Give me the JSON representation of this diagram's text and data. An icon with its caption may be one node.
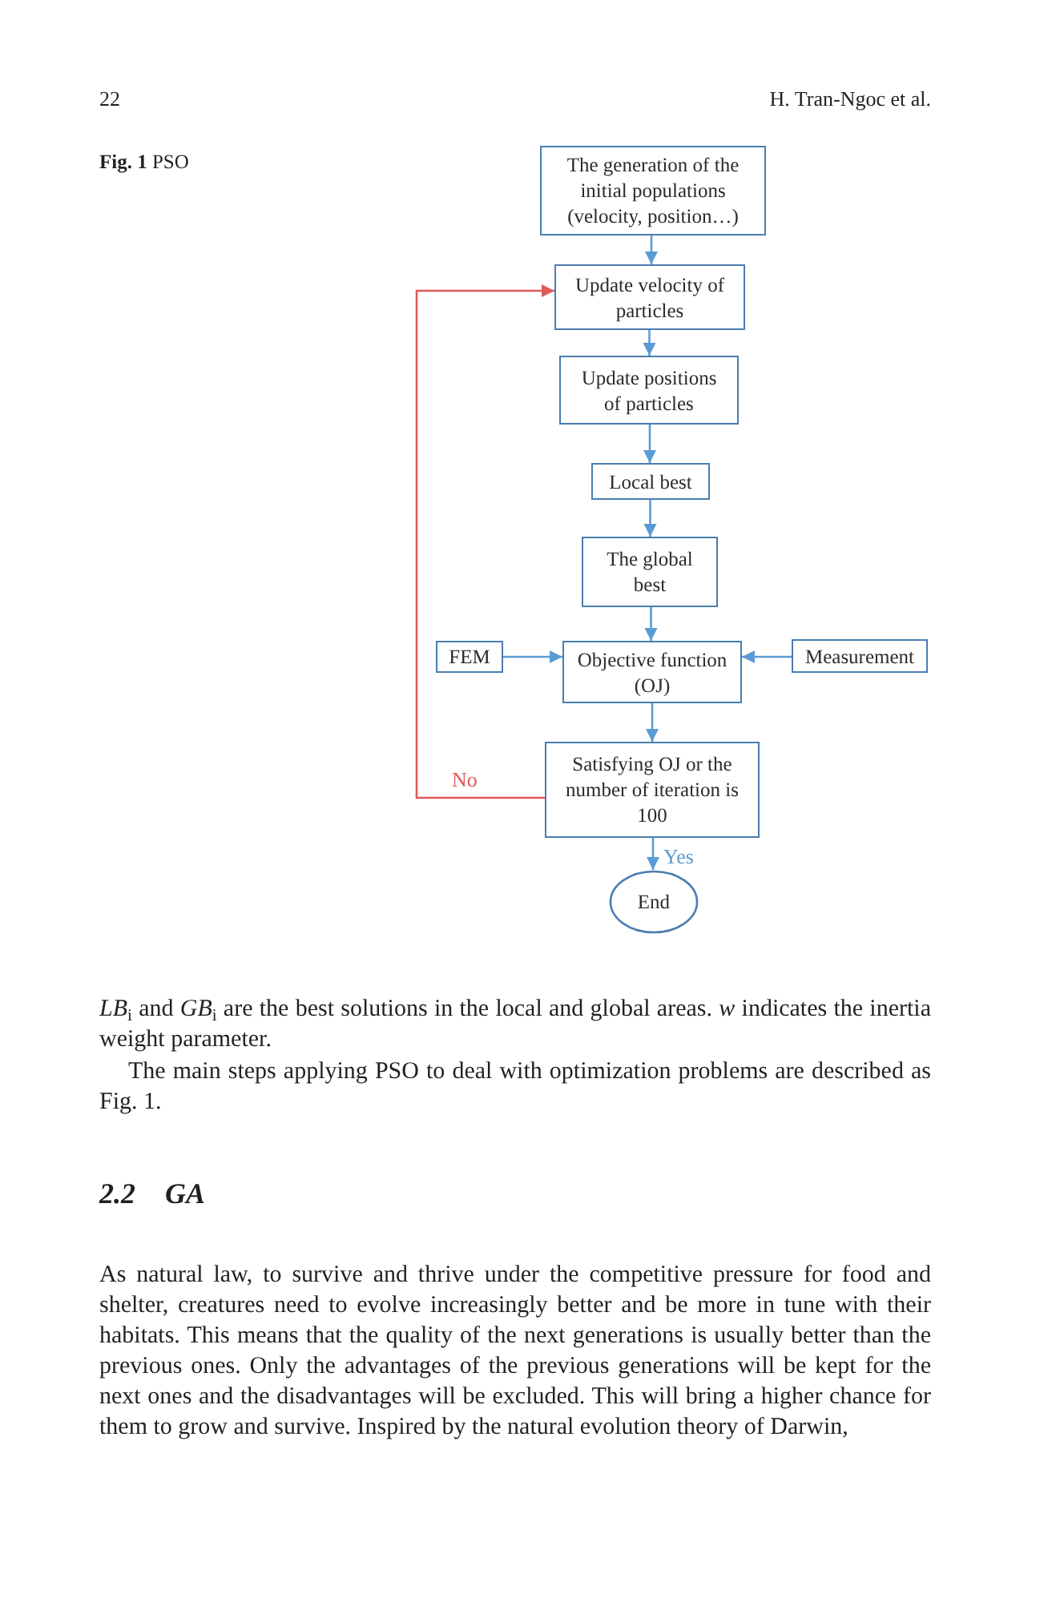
{
  "diagram": {
    "caption": "**Fig. 1** PSO",
    "nodes": [
      {
        "text": [
          "The generation of the initial populations (velocity, position…)"
        ]
      },
      {
        "text": [
          "Update velocity of particles"
        ]
      },
      {
        "text": [
          "Update positions of particles"
        ]
      },
      {
        "text": [
          "Local best"
        ]
      },
      {
        "text": [
          "The global best"
        ]
      },
      {
        "text": [
          "FEM"
        ]
      },
      {
        "text": [
          "Objective function (OJ)"
        ]
      },
      {
        "text": [
          "Measurement"
        ]
      },
      {
        "text": [
          "Satisfying OJ or the number of iteration is 100"
        ]
      },
      {
        "text": [
          "End"
        ]
      }
    ],
    "edges": [
      {
        "from": 0,
        "to": 1,
        "arrow": "to"
      },
      {
        "from": 1,
        "to": 2,
        "arrow": "to"
      },
      {
        "from": 2,
        "to": 3,
        "arrow": "to"
      },
      {
        "from": 3,
        "to": 4,
        "arrow": "to"
      },
      {
        "from": 4,
        "to": 6,
        "arrow": "to"
      },
      {
        "from": 5,
        "to": 6,
        "arrow": "to"
      },
      {
        "from": 7,
        "to": 6,
        "arrow": "to"
      },
      {
        "from": 6,
        "to": 8,
        "arrow": "to"
      },
      {
        "from": 8,
        "to": 9,
        "arrow": "to",
        "label": "Yes"
      },
      {
        "from": 8,
        "to": 1,
        "arrow": "to",
        "label": "No",
        "color": "#e05a5a"
      }
    ],
    "labels": [
      "22",
      "H. Tran-Ngoc et al.",
      "*LB*$_{i}$ and *GB*$_{i}$ are the best solutions in the local and global areas. *w* indicates the inertia weight parameter.",
      "The main steps applying PSO to deal with optimization problems are described as Fig. 1.",
      "2.2 GA",
      "As natural law, to survive and thrive under the competitive pressure for food and shelter, creatures need to evolve increasingly better and be more in tune with their habitats. This means that the quality of the next generations is usually better than the previous ones. Only the advantages of the previous generations will be kept for the next ones and the disadvantages will be excluded. This will bring a higher chance for them to grow and survive. Inspired by the natural evolution theory of Darwin,"
    ]
  }
}
